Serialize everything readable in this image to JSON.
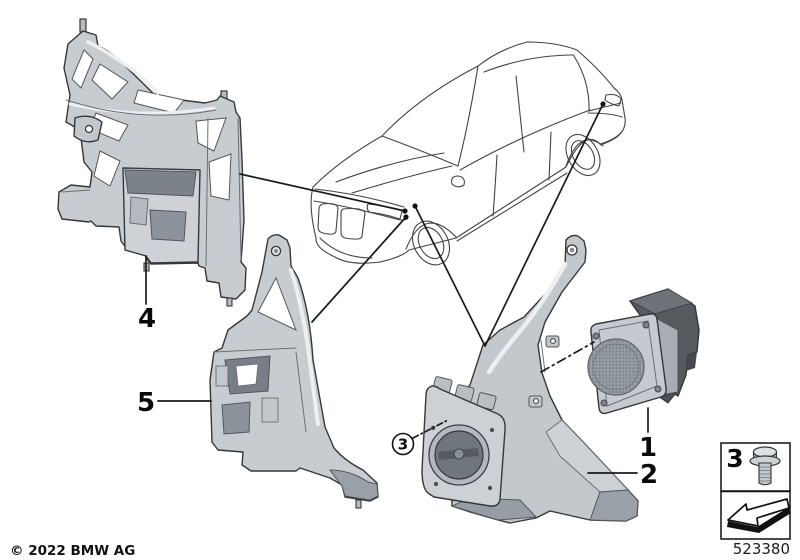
{
  "diagram": {
    "copyright": "© 2022 BMW AG",
    "doc_number": "523380",
    "callouts": {
      "part1": "1",
      "part2": "2",
      "part4": "4",
      "part5": "5"
    },
    "circled_callout": "3",
    "fastener_box": {
      "callout": "3",
      "icon": "flange-bolt-icon",
      "direction_icon": "installation-direction-arrow-icon"
    },
    "colors": {
      "background": "#ffffff",
      "outline": "#33383c",
      "car_line": "#3f4449",
      "leader_line": "#1a1a1a",
      "part_light": "#d5d9dd",
      "part_mid": "#c2c7cc",
      "part_base": "#c7ccd1",
      "part_dark": "#9aa0a7",
      "part_shadow": "#6d737a",
      "housing_dark": "#565a5f",
      "mesh_gray": "#969ca3"
    }
  }
}
